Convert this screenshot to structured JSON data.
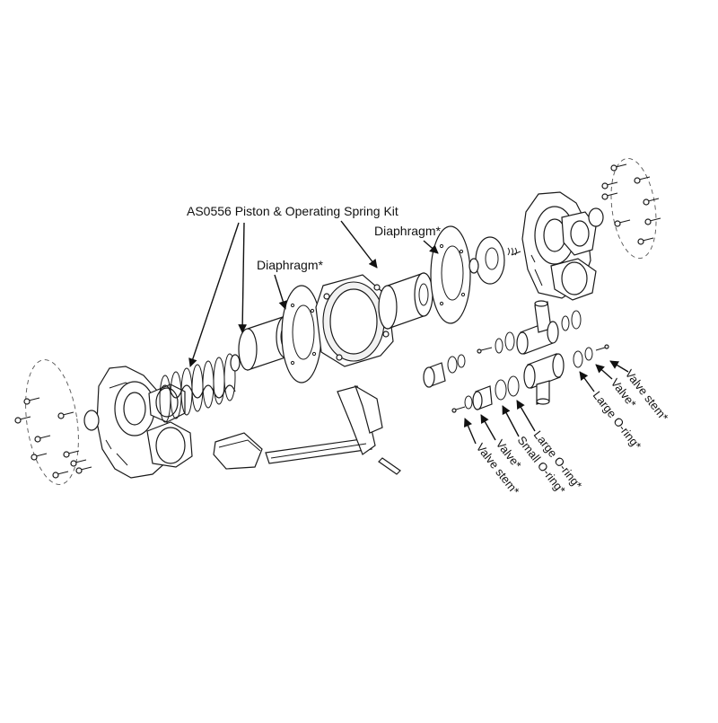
{
  "labels": {
    "piston_kit": "AS0556 Piston & Operating Spring Kit",
    "diaphragm_left": "Diaphragm*",
    "diaphragm_right": "Diaphragm*",
    "valve_stem_right": "Valve stem*",
    "valve_right": "Valve*",
    "large_oring_right": "Large O-ring*",
    "large_oring_left": "Large O-ring*",
    "small_oring_left": "Small O-ring*",
    "valve_left": "Valve*",
    "valve_stem_left": "Valve stem*"
  },
  "colors": {
    "line": "#1a1a1a",
    "background": "#ffffff"
  },
  "icons": {
    "arrow": "arrowhead-icon"
  }
}
